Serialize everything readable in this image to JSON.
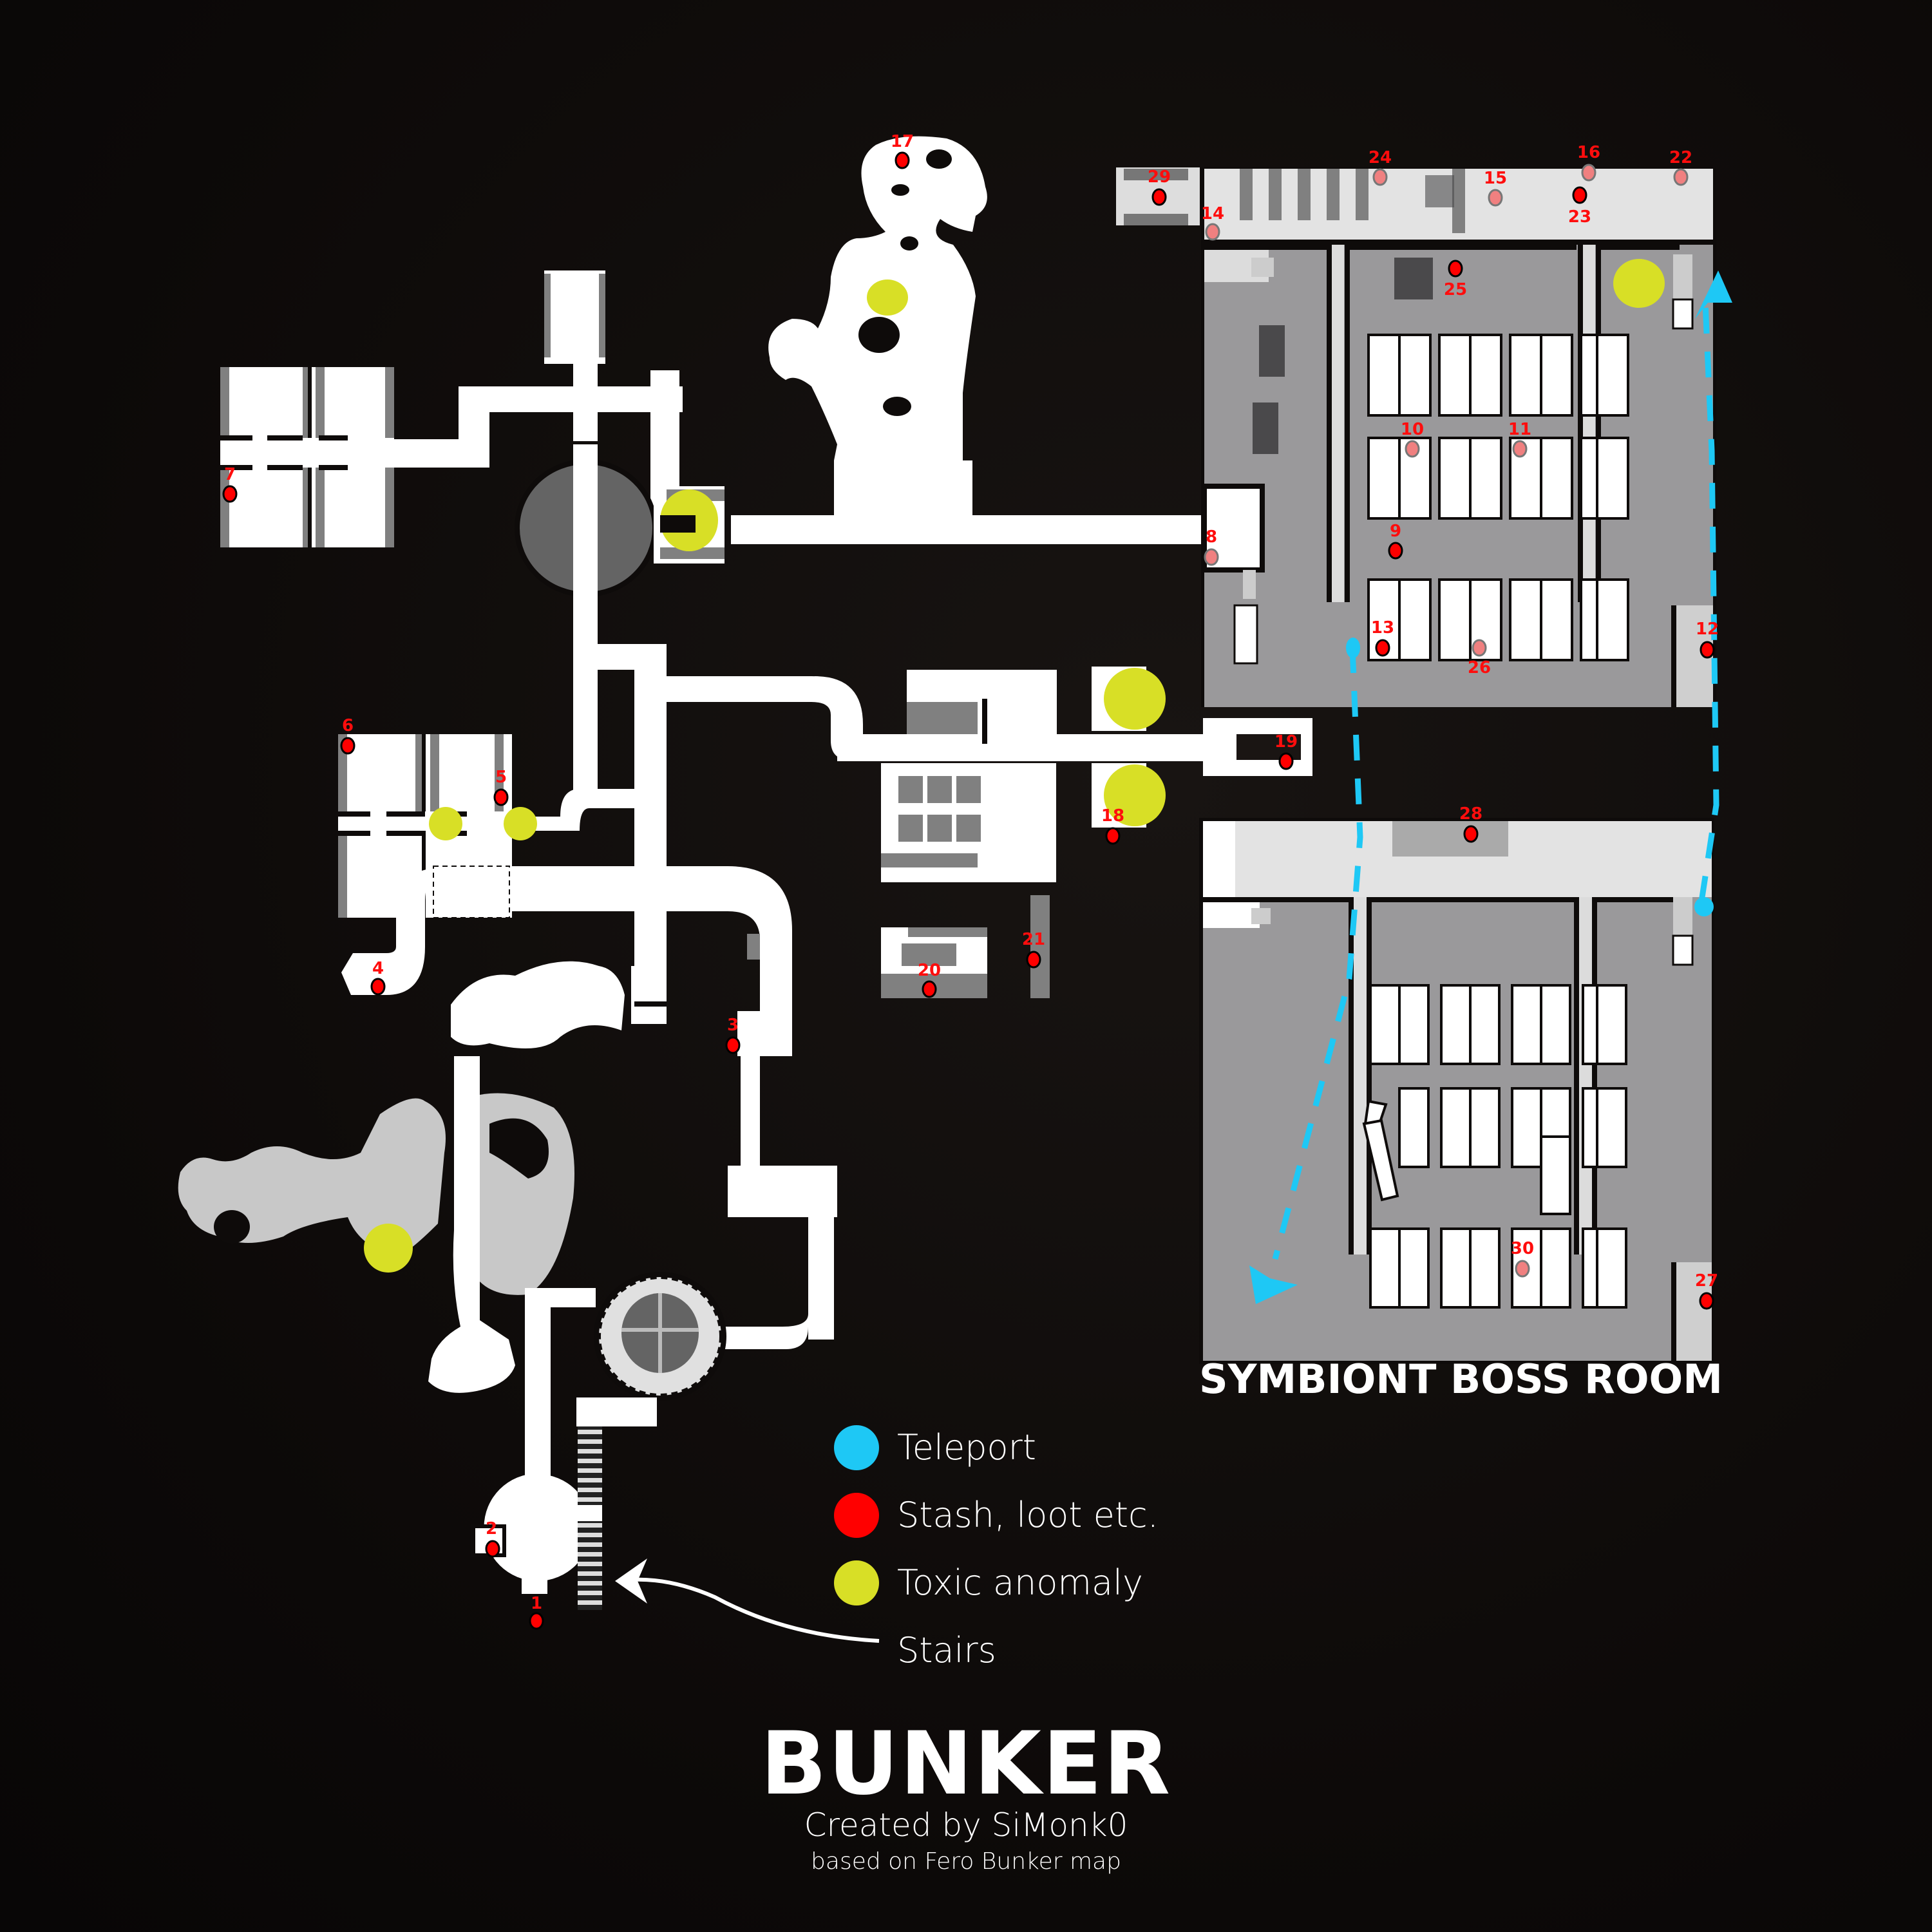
{
  "map": {
    "title": "BUNKER",
    "credit": "Created by SiMonk0",
    "credit_sub": "based on Fero Bunker map",
    "boss_room_label": "SYMBIONT BOSS ROOM"
  },
  "legend": [
    {
      "key": "teleport",
      "label": "Teleport",
      "color": "#1ec8f5"
    },
    {
      "key": "stash",
      "label": "Stash, loot etc.",
      "color": "#ff0000"
    },
    {
      "key": "toxic",
      "label": "Toxic anomaly",
      "color": "#d8df26"
    },
    {
      "key": "stairs",
      "label": "Stairs"
    }
  ],
  "colors": {
    "background": "#0e0b0a",
    "floor": "#ffffff",
    "cave_grey": "#c8c8c8",
    "room_grey": "#9a999b",
    "corridor_light": "#dcdcdc",
    "dark_block": "#4a494b",
    "stash_red": "#ff0000",
    "stash_faded": "#f08080",
    "toxic": "#d8df26",
    "teleport": "#1ec8f5"
  },
  "stashes": [
    {
      "id": "1",
      "label": "1",
      "faded": false
    },
    {
      "id": "2",
      "label": "2",
      "faded": false
    },
    {
      "id": "3",
      "label": "3",
      "faded": false
    },
    {
      "id": "4",
      "label": "4",
      "faded": false
    },
    {
      "id": "5",
      "label": "5",
      "faded": false
    },
    {
      "id": "6",
      "label": "6",
      "faded": false
    },
    {
      "id": "7",
      "label": "7",
      "faded": false
    },
    {
      "id": "8",
      "label": "8",
      "faded": true
    },
    {
      "id": "9",
      "label": "9",
      "faded": false
    },
    {
      "id": "10",
      "label": "10",
      "faded": true
    },
    {
      "id": "11",
      "label": "11",
      "faded": true
    },
    {
      "id": "12",
      "label": "12",
      "faded": false
    },
    {
      "id": "13",
      "label": "13",
      "faded": false
    },
    {
      "id": "14",
      "label": "14",
      "faded": true
    },
    {
      "id": "15",
      "label": "15",
      "faded": true
    },
    {
      "id": "16",
      "label": "16",
      "faded": true
    },
    {
      "id": "17",
      "label": "17",
      "faded": false
    },
    {
      "id": "18",
      "label": "18",
      "faded": false
    },
    {
      "id": "19",
      "label": "19",
      "faded": false
    },
    {
      "id": "20",
      "label": "20",
      "faded": false
    },
    {
      "id": "21",
      "label": "21",
      "faded": false
    },
    {
      "id": "22",
      "label": "22",
      "faded": true
    },
    {
      "id": "23",
      "label": "23",
      "faded": false
    },
    {
      "id": "24",
      "label": "24",
      "faded": true
    },
    {
      "id": "25",
      "label": "25",
      "faded": false
    },
    {
      "id": "26",
      "label": "26",
      "faded": true
    },
    {
      "id": "27",
      "label": "27",
      "faded": false
    },
    {
      "id": "28",
      "label": "28",
      "faded": false
    },
    {
      "id": "29",
      "label": "29",
      "faded": false
    },
    {
      "id": "30",
      "label": "30",
      "faded": true
    }
  ]
}
